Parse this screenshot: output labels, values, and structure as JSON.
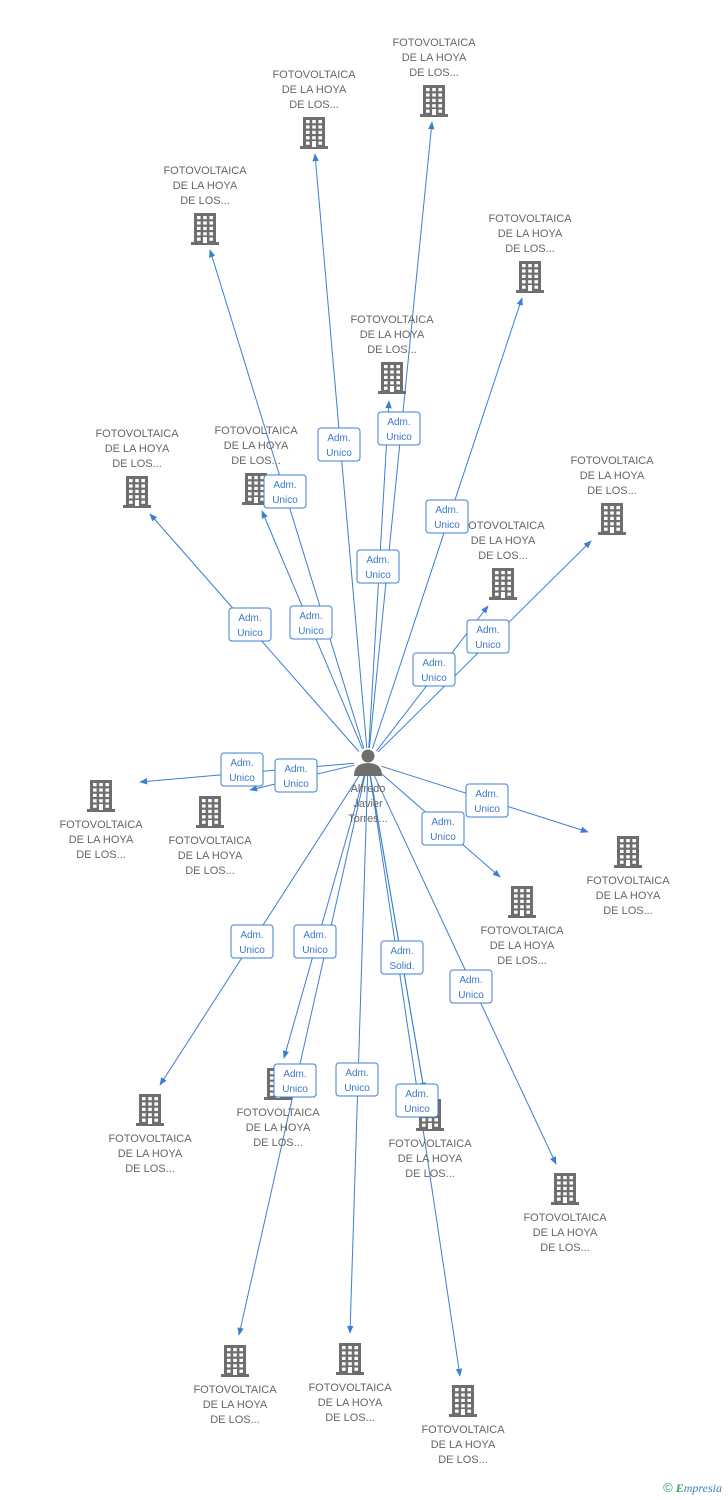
{
  "colors": {
    "edge": "#3b7fd1",
    "icon": "#6e6e6e",
    "label": "#666666",
    "edge_label": "#3a78c9"
  },
  "icons": {
    "company": "building-icon",
    "person": "person-icon"
  },
  "person": {
    "lines": [
      "Alfredo",
      "Javier",
      "Torres..."
    ]
  },
  "company_label": [
    "FOTOVOLTAICA",
    "DE LA HOYA",
    "DE LOS..."
  ],
  "nodes": [
    {
      "id": "c1"
    },
    {
      "id": "c2"
    },
    {
      "id": "c3"
    },
    {
      "id": "c4"
    },
    {
      "id": "c5"
    },
    {
      "id": "c6"
    },
    {
      "id": "c7"
    },
    {
      "id": "c8"
    },
    {
      "id": "c9"
    },
    {
      "id": "c10"
    },
    {
      "id": "c11"
    },
    {
      "id": "c12"
    },
    {
      "id": "c13"
    },
    {
      "id": "c14"
    },
    {
      "id": "c15"
    },
    {
      "id": "c16"
    },
    {
      "id": "c17"
    },
    {
      "id": "c18"
    },
    {
      "id": "c19"
    },
    {
      "id": "c20"
    },
    {
      "id": "c21"
    }
  ],
  "edges": [
    {
      "to": "c1",
      "label": [
        "Adm.",
        "Unico"
      ]
    },
    {
      "to": "c2",
      "label": [
        "Adm.",
        "Unico"
      ]
    },
    {
      "to": "c3",
      "label": [
        "Adm.",
        "Unico"
      ]
    },
    {
      "to": "c4",
      "label": [
        "Adm.",
        "Unico"
      ]
    },
    {
      "to": "c5",
      "label": [
        "Adm.",
        "Unico"
      ]
    },
    {
      "to": "c6",
      "label": [
        "Adm.",
        "Unico"
      ]
    },
    {
      "to": "c7",
      "label": [
        "Adm.",
        "Unico"
      ]
    },
    {
      "to": "c8",
      "label": [
        "Adm.",
        "Unico"
      ]
    },
    {
      "to": "c9",
      "label": [
        "Adm.",
        "Unico"
      ]
    },
    {
      "to": "c10",
      "label": [
        "Adm.",
        "Unico"
      ]
    },
    {
      "to": "c11",
      "label": [
        "Adm.",
        "Unico"
      ]
    },
    {
      "to": "c12",
      "label": [
        "Adm.",
        "Unico"
      ]
    },
    {
      "to": "c13",
      "label": [
        "Adm.",
        "Unico"
      ]
    },
    {
      "to": "c14",
      "label": [
        "Adm.",
        "Unico"
      ]
    },
    {
      "to": "c15",
      "label": [
        "Adm.",
        "Unico"
      ]
    },
    {
      "to": "c16",
      "label": [
        "Adm.",
        "Unico"
      ]
    },
    {
      "to": "c17",
      "label": [
        "Adm.",
        "Unico"
      ]
    },
    {
      "to": "c18",
      "label": [
        "Adm.",
        "Unico"
      ]
    },
    {
      "to": "c19",
      "label": [
        "Adm.",
        "Unico"
      ]
    },
    {
      "to": "c20",
      "label": [
        "Adm.",
        "Unico"
      ]
    },
    {
      "to": "c21",
      "label": [
        "Adm.",
        "Solid."
      ]
    }
  ],
  "footer": {
    "copyright": "©",
    "brand_initial": "E",
    "brand_rest": "mpresia"
  }
}
